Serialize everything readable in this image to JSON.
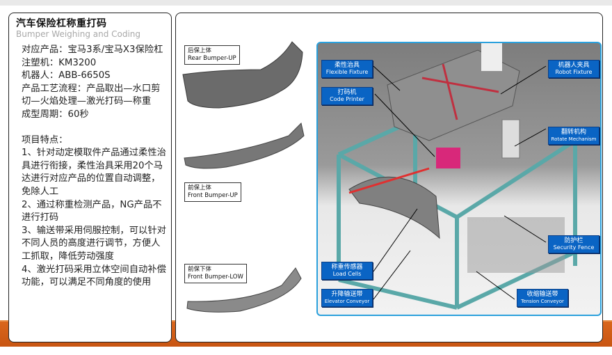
{
  "title": "汽车保险杠称重打码",
  "subtitle": "Bumper Weighing and Coding",
  "specs": [
    "对应产品：宝马3系/宝马X3保险杠",
    "注塑机：KM3200",
    "机器人：ABB-6650S",
    "产品工艺流程：产品取出—水口剪切—火焰处理—激光打码—称重",
    "成型周期：60秒"
  ],
  "features_heading": "项目特点：",
  "features": [
    "1、针对动定模取件产品通过柔性治具进行衔接，柔性治具采用20个马达进行对应产品的位置自动调整，免除人工",
    "2、通过称重检测产品，NG产品不进行打码",
    "3、输送带采用伺服控制，可以针对不同人员的高度进行调节，方便人工抓取，降低劳动强度",
    "4、激光打码采用立体空间自动补偿功能，可以满足不同角度的使用"
  ],
  "bumpers": [
    {
      "zh": "后保上体",
      "en": "Rear Bumper-UP"
    },
    {
      "zh": "前保上体",
      "en": "Front Bumper-UP"
    },
    {
      "zh": "前保下体",
      "en": "Front Bumper-LOW"
    }
  ],
  "callouts": {
    "flexible": {
      "zh": "柔性治具",
      "en": "Flexible Fixture"
    },
    "printer": {
      "zh": "打码机",
      "en": "Code Printer"
    },
    "robot": {
      "zh": "机器人夹具",
      "en": "Robot Fixture"
    },
    "rotate": {
      "zh": "翻转机构",
      "en": "Rotate Mechanism"
    },
    "fence": {
      "zh": "防护栏",
      "en": "Security Fence"
    },
    "load": {
      "zh": "称重传感器",
      "en": "Load Cells"
    },
    "elevator": {
      "zh": "升降输送带",
      "en": "Elevator Conveyor"
    },
    "tension": {
      "zh": "收缩输送带",
      "en": "Tension Conveyor"
    }
  },
  "colors": {
    "accent": "#d9661c",
    "callout": "#0a64c4",
    "frame": "#2aa0dc"
  }
}
